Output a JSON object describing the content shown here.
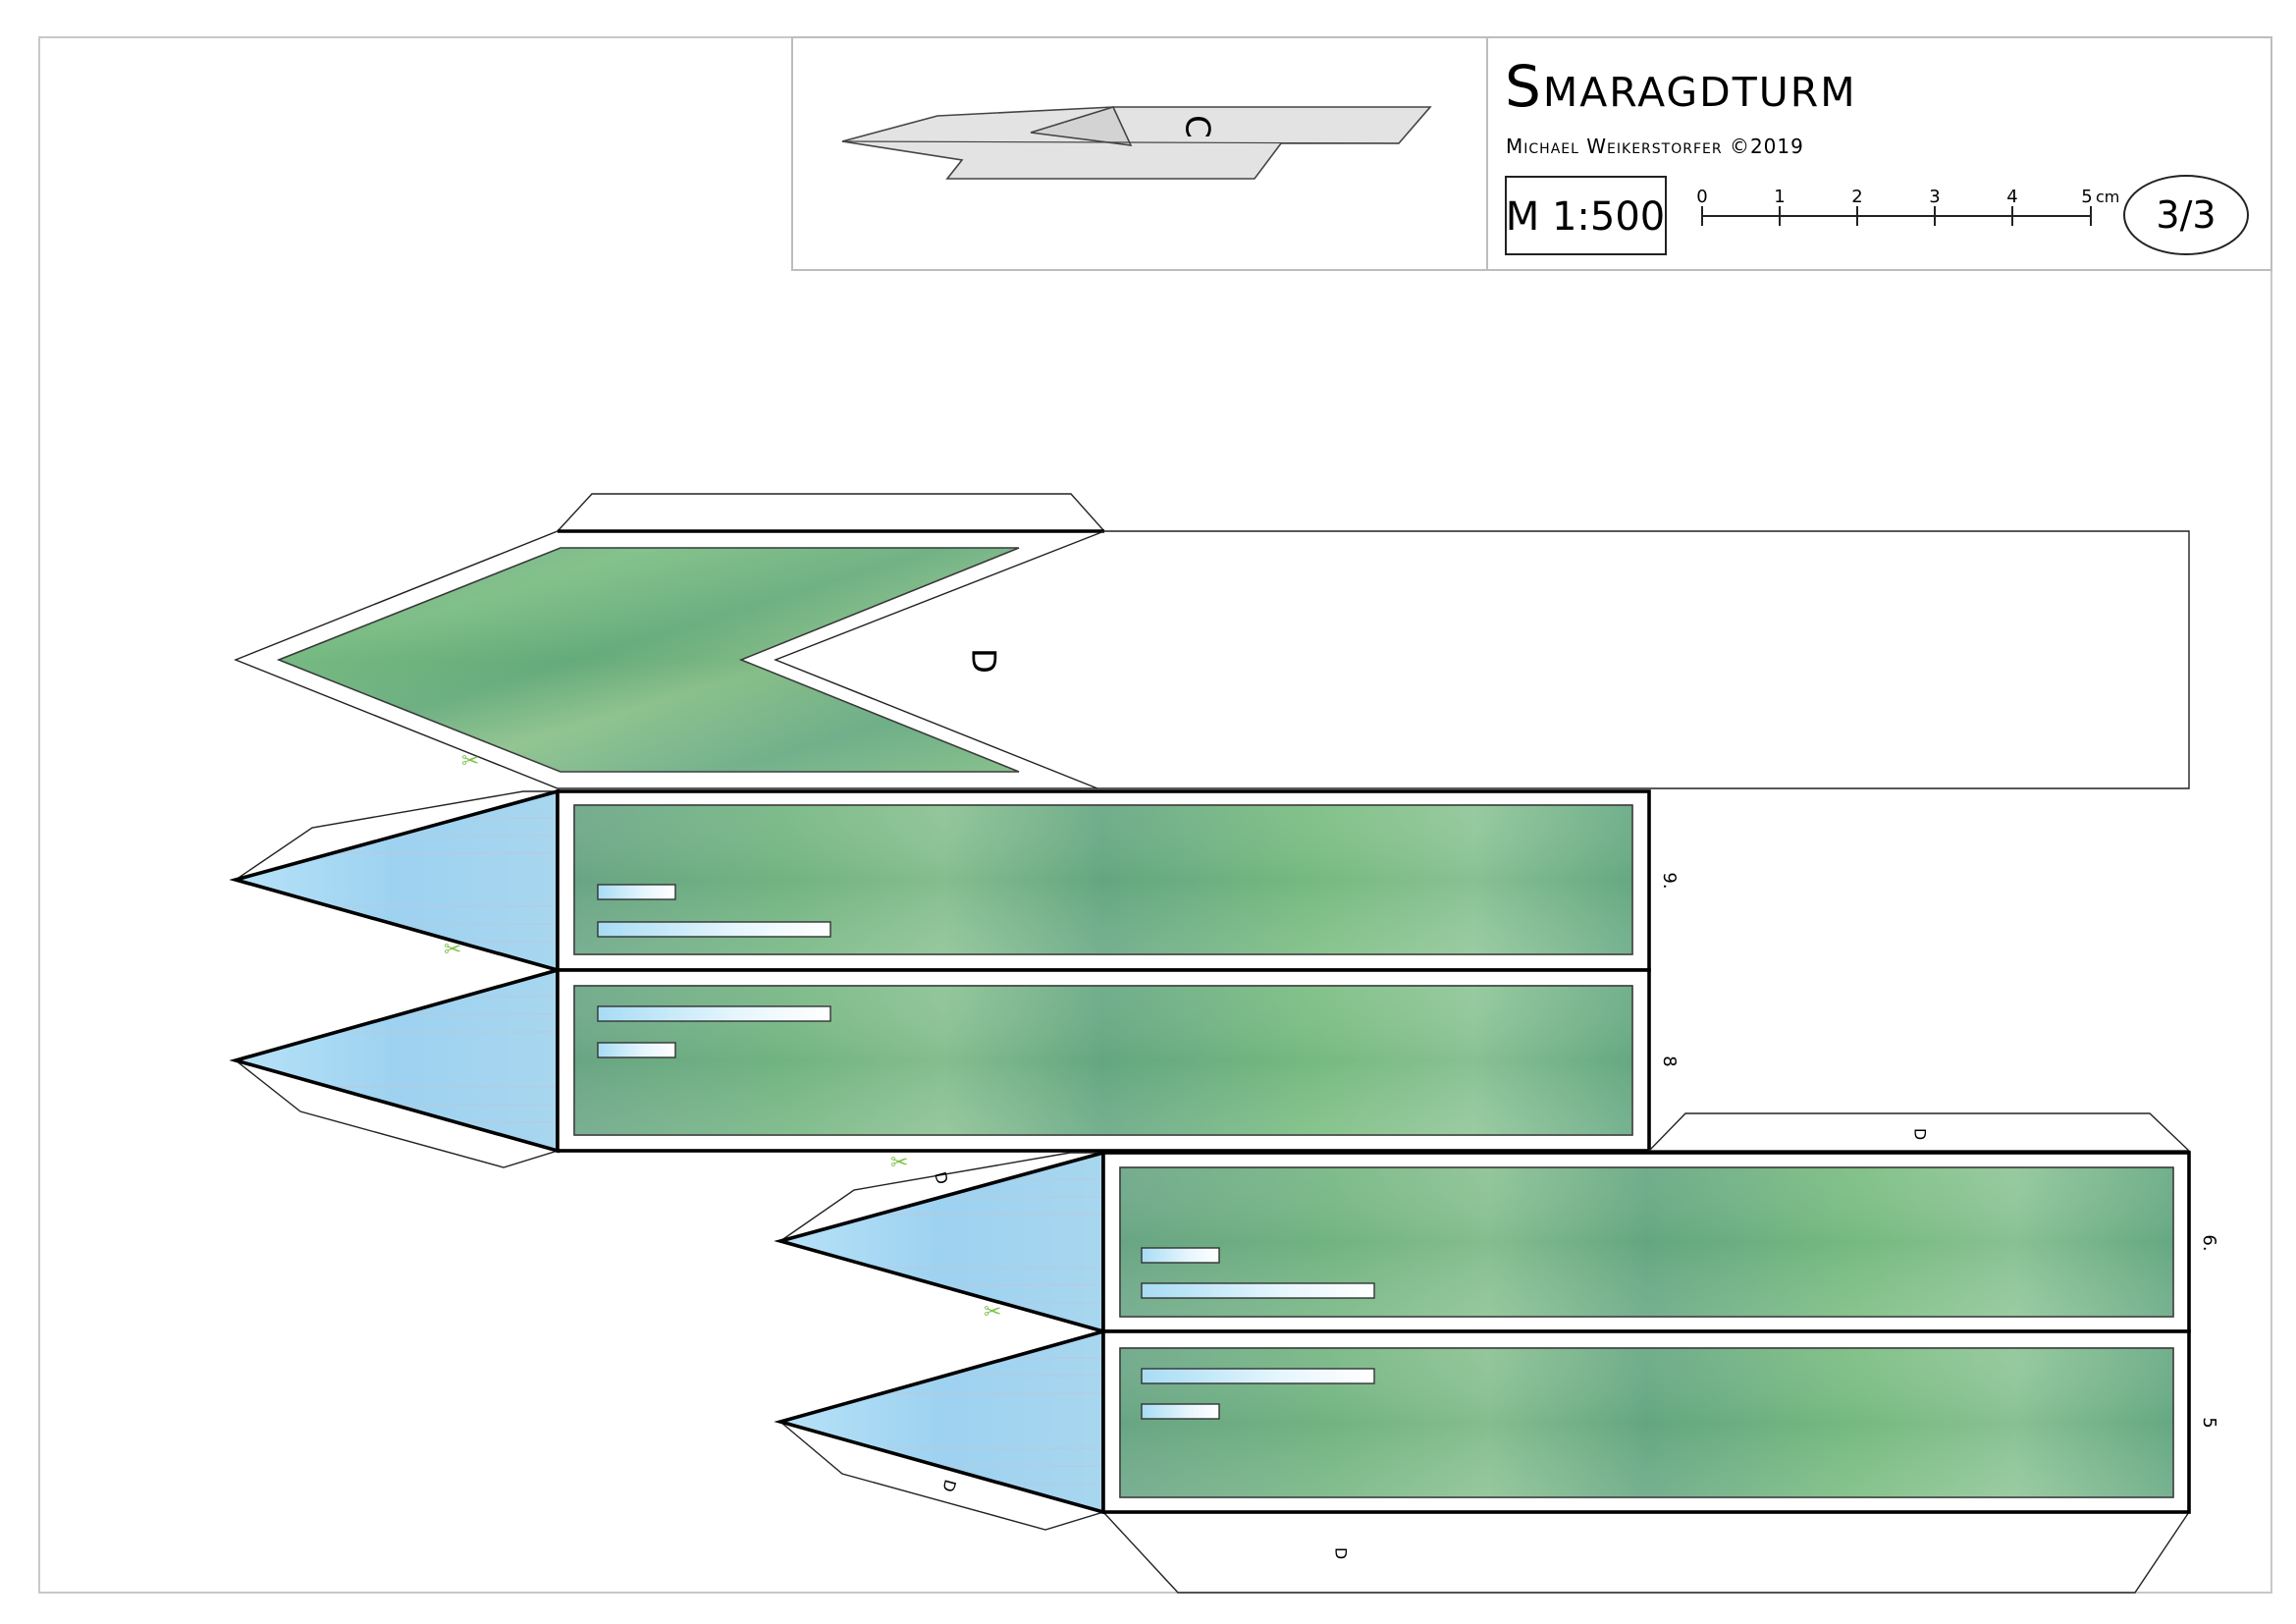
{
  "title": "Smaragdturm",
  "author": "Michael Weikerstorfer ©2019",
  "scale": "M 1:500",
  "scale_bar": {
    "ticks": [
      "0",
      "1",
      "2",
      "3",
      "4",
      "5"
    ],
    "unit": "cm"
  },
  "page_number": "3/3",
  "preview": {
    "part_label": "C"
  },
  "parts": {
    "roof_label": "D",
    "strip_9_label": "9.",
    "strip_8_label": "8",
    "strip_6_label": "6.",
    "strip_5_label": "5",
    "tab_labels": {
      "top_tab": "D",
      "small_tab_upper": "D",
      "small_tab_lower": "D",
      "bottom_tab": "D"
    }
  },
  "colors": {
    "facade_green": "#6fb577",
    "glass_blue": "#a9d8f2",
    "outline": "#222222"
  }
}
